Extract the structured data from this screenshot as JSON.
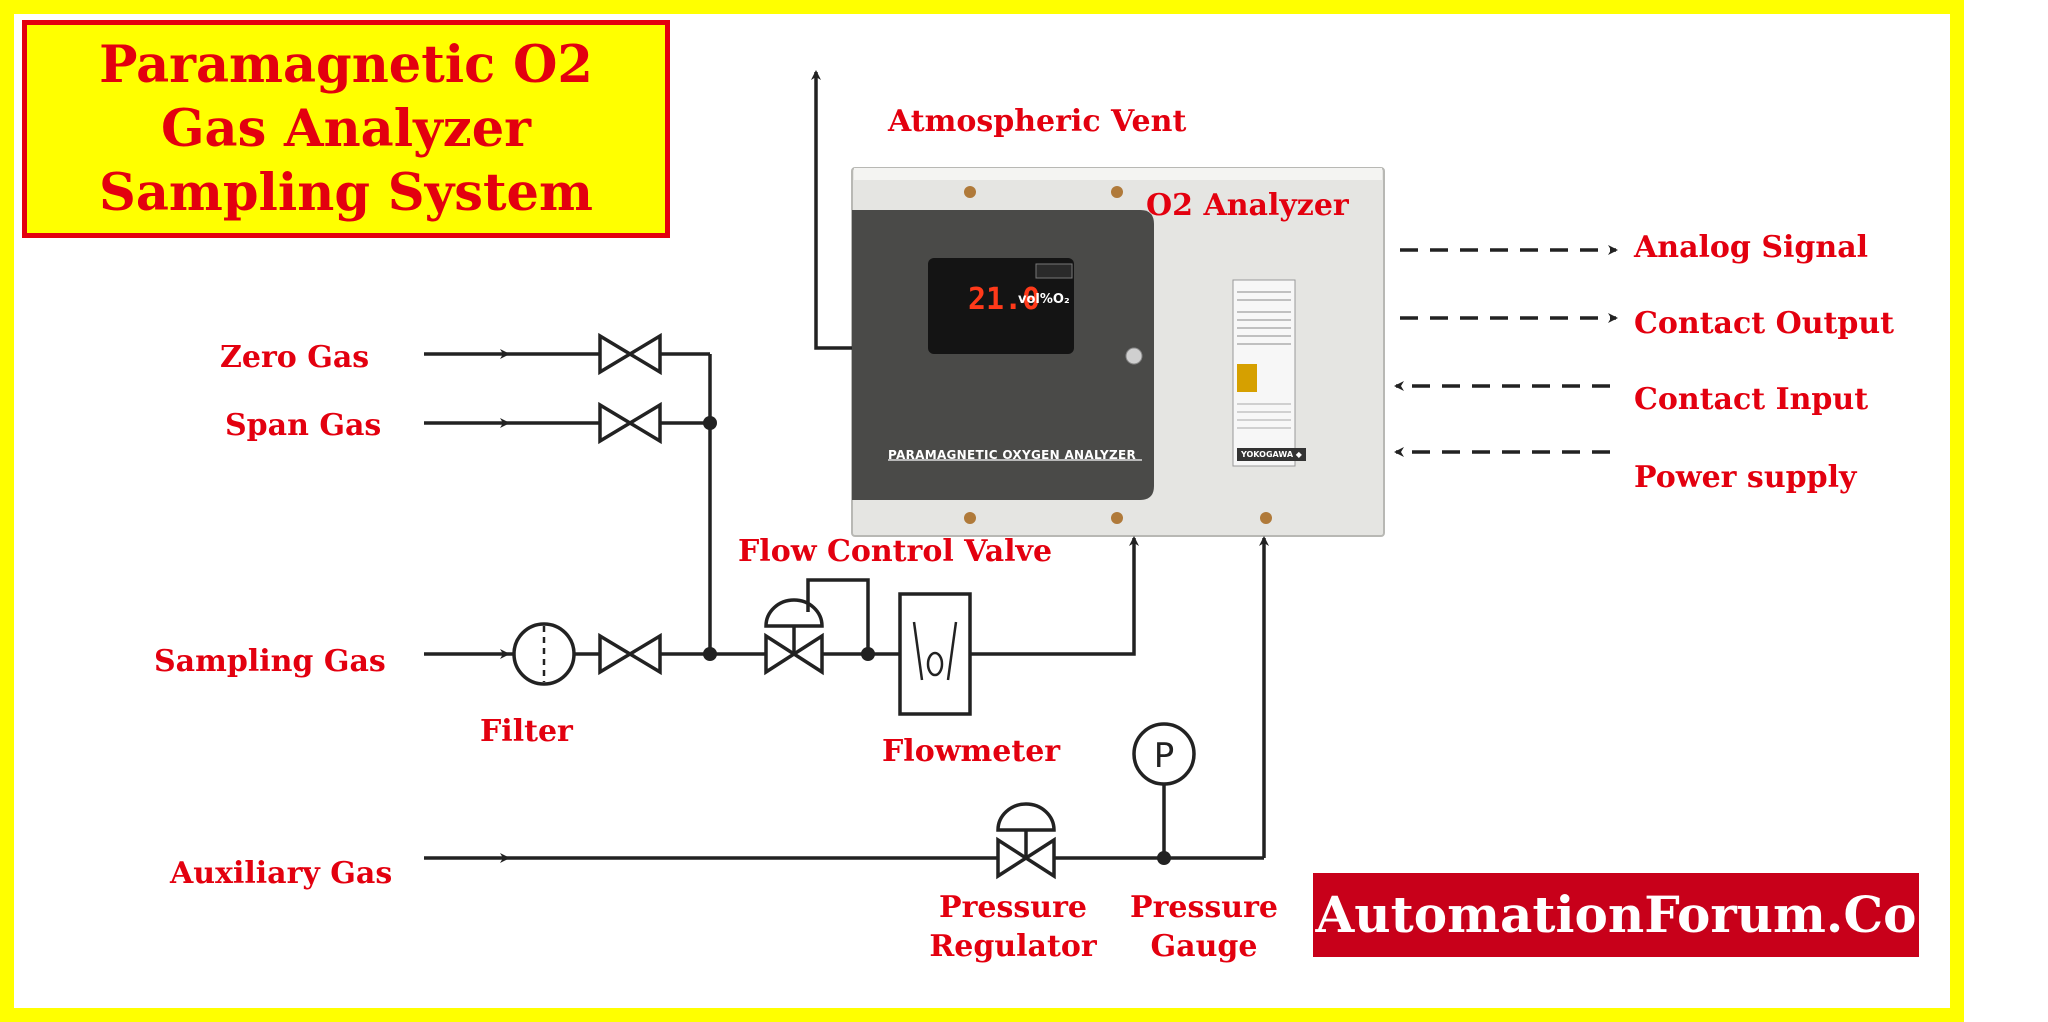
{
  "title": "Paramagnetic O2 Gas Analyzer Sampling System",
  "labels": {
    "atmospheric_vent": "Atmospheric Vent",
    "o2_analyzer": "O2 Analyzer",
    "analog_signal": "Analog Signal",
    "contact_output": "Contact Output",
    "contact_input": "Contact Input",
    "power_supply": "Power supply",
    "zero_gas": "Zero Gas",
    "span_gas": "Span Gas",
    "sampling_gas": "Sampling Gas",
    "filter": "Filter",
    "flow_control_valve": "Flow Control Valve",
    "flowmeter": "Flowmeter",
    "auxiliary_gas": "Auxiliary Gas",
    "pressure_regulator": "Pressure Regulator",
    "pressure_gauge": "Pressure Gauge",
    "gauge_symbol": "P"
  },
  "device": {
    "display_value": "21.0",
    "display_unit": "vol%O₂",
    "caption": "PARAMAGNETIC OXYGEN ANALYZER",
    "maker": "YOKOGAWA ◆"
  },
  "brand": "AutomationForum.Co",
  "colors": {
    "frame": "#ffff00",
    "label_red": "#e3000f",
    "line": "#222222",
    "brand_bg": "#c8001a"
  }
}
